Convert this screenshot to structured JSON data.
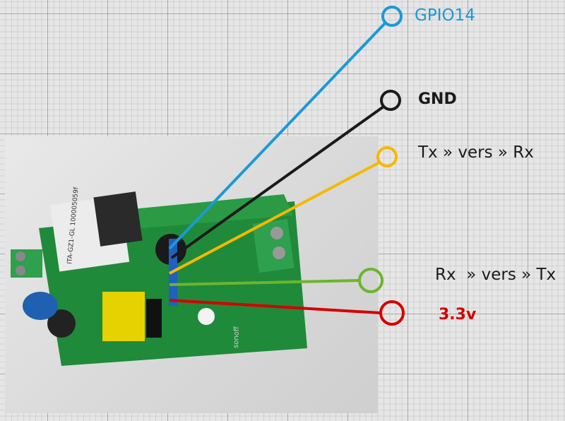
{
  "labels": {
    "gpio14": "GPIO14",
    "gnd": "GND",
    "tx": "Tx » vers » Rx",
    "rx": "Rx  » vers » Tx",
    "v33": "3.3v"
  },
  "colors": {
    "gpio14": "#1a9ad6",
    "gnd": "#1a1a1a",
    "tx": "#f5b800",
    "rx": "#6cb52d",
    "v33": "#d40000",
    "pcb": "#1f8a3a"
  },
  "photo": {
    "relay_text": "ITA-GZ1-GL 100005059f",
    "pcb_text": "sonoff"
  }
}
